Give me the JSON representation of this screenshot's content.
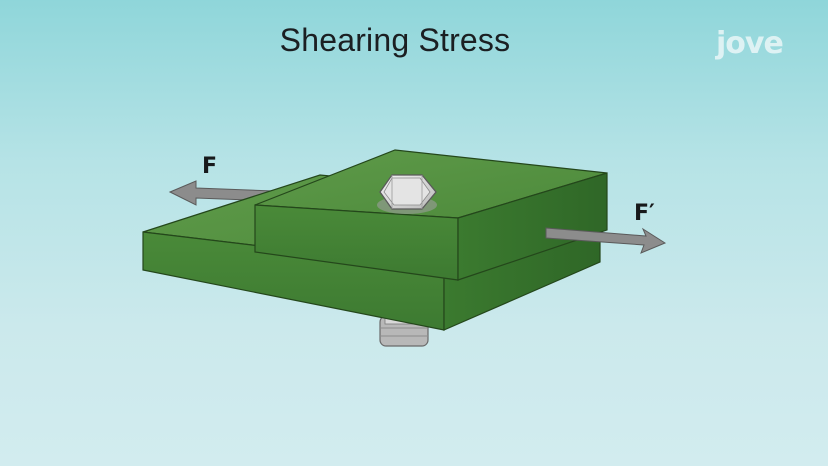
{
  "title": "Shearing Stress",
  "logo": "jove",
  "forces": {
    "left_label": "F",
    "right_label": "F′"
  },
  "icons": [
    "bolt-head-icon",
    "nut-icon",
    "arrow-left-icon",
    "arrow-right-icon"
  ],
  "colors": {
    "background": "#bfe6e9",
    "plate": "#4a8a3a",
    "arrow": "#8a8a8a",
    "bolt": "#d6d6d6"
  }
}
